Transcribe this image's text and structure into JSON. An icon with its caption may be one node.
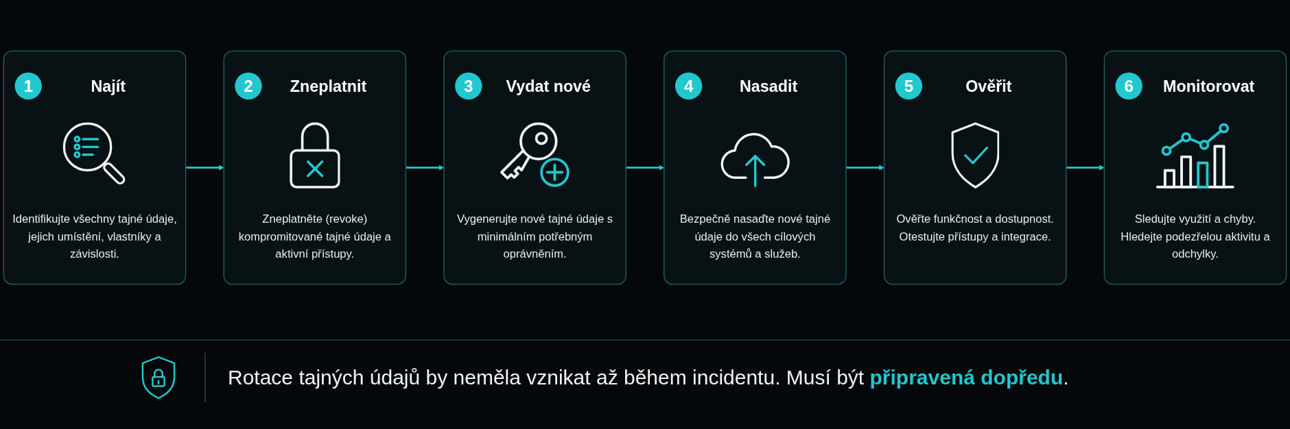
{
  "diagram": {
    "nodes": [
      {
        "text": [
          "1",
          "Najít",
          "Identifikujte všechny tajné údaje, jejich umístění, vlastníky a závislosti."
        ]
      },
      {
        "text": [
          "2",
          "Zneplatnit",
          "Zneplatněte (revoke) kompromitované tajné údaje a aktivní přístupy."
        ]
      },
      {
        "text": [
          "3",
          "Vydat nové",
          "Vygenerujte nové tajné údaje s minimálním potřebným oprávněním."
        ]
      },
      {
        "text": [
          "4",
          "Nasadit",
          "Bezpečně nasaďte nové tajné údaje do všech cílových systémů a služeb."
        ]
      },
      {
        "text": [
          "5",
          "Ověřit",
          "Ověřte funkčnost a dostupnost. Otestujte přístupy a integrace."
        ]
      },
      {
        "text": [
          "6",
          "Monitorovat",
          "Sledujte využití a chyby. Hledejte podezřelou aktivitu a odchylky."
        ]
      }
    ],
    "edges": [
      {
        "from": 0,
        "to": 1,
        "arrow": "to"
      },
      {
        "from": 1,
        "to": 2,
        "arrow": "to"
      },
      {
        "from": 2,
        "to": 3,
        "arrow": "to"
      },
      {
        "from": 3,
        "to": 4,
        "arrow": "to"
      },
      {
        "from": 4,
        "to": 5,
        "arrow": "to"
      }
    ],
    "caption": "Rotace tajných údajů by neměla vznikat až během incidentu. Musí být **připravená dopředu**."
  }
}
